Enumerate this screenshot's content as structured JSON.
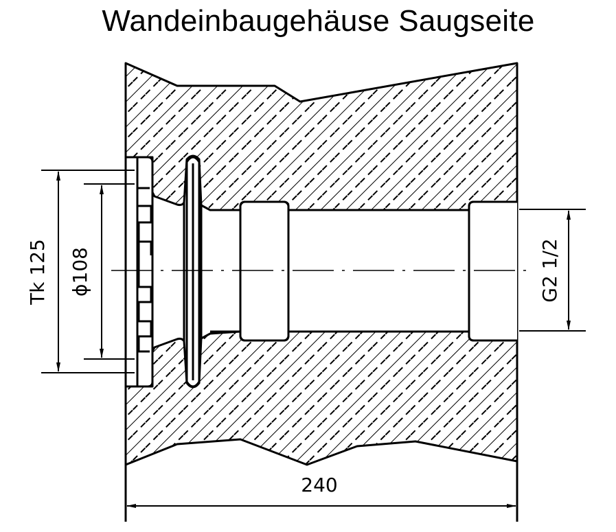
{
  "title": "Wandeinbaugehäuse Saugseite",
  "colors": {
    "ink": "#000000",
    "paper": "#ffffff"
  },
  "dimensions": {
    "tk": {
      "label": "Tk 125",
      "description": "bolt circle diameter"
    },
    "diameter": {
      "label": "ϕ108",
      "description": "flange outer diameter"
    },
    "thread": {
      "label": "G2 1/2",
      "description": "pipe thread"
    },
    "length": {
      "label": "240",
      "description": "overall installation length"
    }
  },
  "parts": [
    {
      "name": "wall-section",
      "hatch": "diagonal dashed"
    },
    {
      "name": "flange"
    },
    {
      "name": "disc-ring"
    },
    {
      "name": "left-socket"
    },
    {
      "name": "bore"
    },
    {
      "name": "right-socket"
    },
    {
      "name": "center-line"
    }
  ]
}
